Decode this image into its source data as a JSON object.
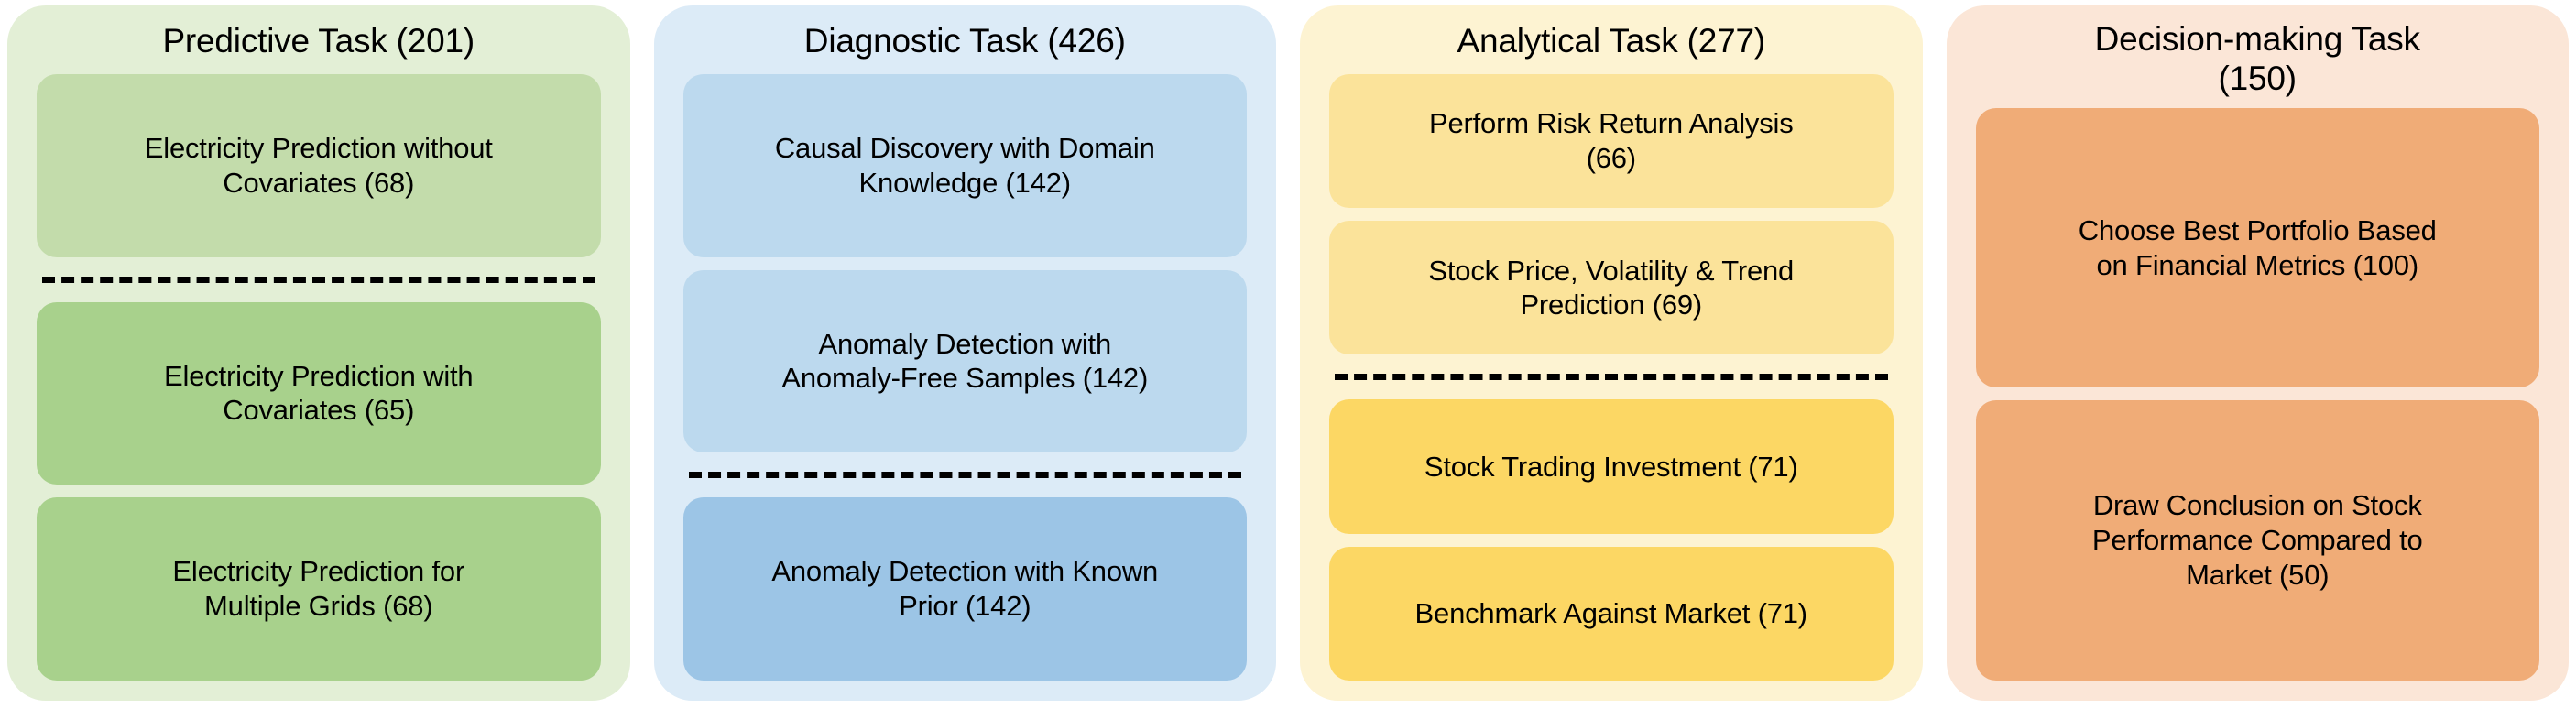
{
  "diagram": {
    "type": "grouped-taxonomy",
    "background": "#ffffff",
    "columns": [
      {
        "id": "predictive",
        "title": "Predictive Task (201)",
        "title_lines": 1,
        "count": 201,
        "panel_color": "#e3efd6",
        "items": [
          {
            "label": "Electricity Prediction without\nCovariates (68)",
            "count": 68,
            "color": "#c3dcab"
          },
          {
            "label": "Electricity Prediction with\nCovariates   (65)",
            "count": 65,
            "color": "#a8d18c"
          },
          {
            "label": "Electricity Prediction for\nMultiple Grids (68)",
            "count": 68,
            "color": "#a8d18c"
          }
        ],
        "divider_after_item_index": 0
      },
      {
        "id": "diagnostic",
        "title": "Diagnostic Task (426)",
        "title_lines": 1,
        "count": 426,
        "panel_color": "#dcebf7",
        "items": [
          {
            "label": "Causal Discovery with Domain\nKnowledge (142)",
            "count": 142,
            "color": "#bcd9ee"
          },
          {
            "label": "Anomaly Detection with\nAnomaly-Free Samples (142)",
            "count": 142,
            "color": "#bcd9ee"
          },
          {
            "label": "Anomaly Detection with Known\nPrior (142)",
            "count": 142,
            "color": "#9cc5e6"
          }
        ],
        "divider_after_item_index": 1
      },
      {
        "id": "analytical",
        "title": "Analytical Task (277)",
        "title_lines": 1,
        "count": 277,
        "panel_color": "#fdf3d2",
        "items": [
          {
            "label": "Perform Risk Return Analysis\n(66)",
            "count": 66,
            "color": "#fbe39a"
          },
          {
            "label": "Stock Price, Volatility & Trend\nPrediction (69)",
            "count": 69,
            "color": "#fbe39a"
          },
          {
            "label": "Stock Trading Investment (71)",
            "count": 71,
            "color": "#fcd764"
          },
          {
            "label": "Benchmark Against Market (71)",
            "count": 71,
            "color": "#fcd764"
          }
        ],
        "divider_after_item_index": 1
      },
      {
        "id": "decision-making",
        "title": "Decision-making Task\n(150)",
        "title_lines": 2,
        "count": 150,
        "panel_color": "#fbe6d7",
        "items": [
          {
            "label": "Choose Best Portfolio Based\non Financial Metrics (100)",
            "count": 100,
            "color": "#f0ac77"
          },
          {
            "label": "Draw Conclusion on Stock\nPerformance Compared to\nMarket (50)",
            "count": 50,
            "color": "#f0ac77"
          }
        ],
        "divider_after_item_index": -1
      }
    ]
  }
}
